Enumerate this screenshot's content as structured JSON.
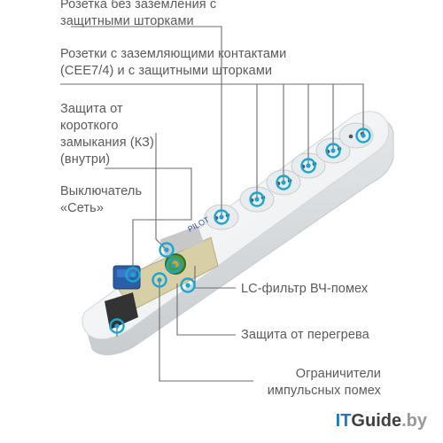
{
  "callouts": {
    "socket_no_ground": "Розетка без заземления с\nзащитными шторками",
    "sockets_ground": "Розетки с заземляющими контактами\n(CEE7/4) и с защитными шторками",
    "short_circuit": "Защита от\nкороткого\nзамыкания (КЗ)\n(внутри)",
    "switch": "Выключатель\n«Сеть»",
    "lc_filter": "LC-фильтр ВЧ-помех",
    "overheat": "Защита от перегрева",
    "limiters": "Ограничители\nимпульсных помех"
  },
  "watermark": {
    "prefix": "IT",
    "rest": "Guide",
    "suffix": ".by"
  },
  "colors": {
    "accent": "#1aa6d1",
    "line": "#6b6b6b",
    "body": "#f1f3f4",
    "text": "#5a5a5a"
  }
}
